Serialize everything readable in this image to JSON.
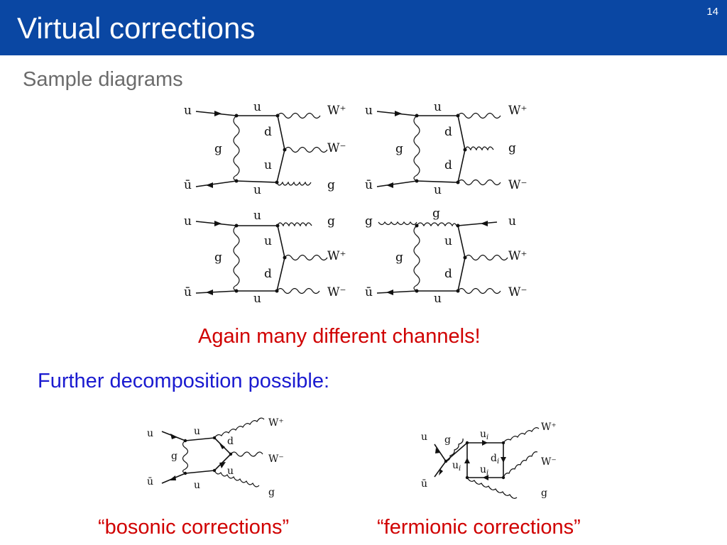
{
  "header": {
    "title": "Virtual corrections",
    "page_number": "14",
    "background_color": "#0a47a3"
  },
  "subtitle": "Sample diagrams",
  "diagrams": [
    {
      "labels": {
        "in_top": "u",
        "in_bottom": "ū",
        "exchange": "g",
        "top_line": "u",
        "mid_upper": "d",
        "mid_lower": "u",
        "bottom_line": "u",
        "out_top": "W⁺",
        "out_mid": "W⁻",
        "out_bottom": "g"
      }
    },
    {
      "labels": {
        "in_top": "u",
        "in_bottom": "ū",
        "exchange": "g",
        "top_line": "u",
        "mid_upper": "d",
        "mid_lower": "d",
        "bottom_line": "u",
        "out_top": "W⁺",
        "out_mid": "g",
        "out_bottom": "W⁻"
      }
    },
    {
      "labels": {
        "in_top": "u",
        "in_bottom": "ū",
        "exchange": "g",
        "top_line": "u",
        "mid_upper": "u",
        "mid_lower": "d",
        "bottom_line": "u",
        "out_top": "g",
        "out_mid": "W⁺",
        "out_bottom": "W⁻"
      }
    },
    {
      "labels": {
        "in_top": "g",
        "in_bottom": "ū",
        "exchange": "g",
        "top_line": "g",
        "mid_upper": "u",
        "mid_lower": "d",
        "bottom_line": "u",
        "out_top": "u",
        "out_mid": "W⁺",
        "out_bottom": "W⁻"
      }
    }
  ],
  "remark": "Again many different channels!",
  "further": "Further decomposition possible:",
  "bosonic": {
    "labels": {
      "in_top": "u",
      "in_bottom": "ū",
      "exchange": "g",
      "top_line": "u",
      "mid_upper": "d",
      "mid_lower": "u",
      "bottom_line": "u",
      "out_top": "W⁺",
      "out_mid": "W⁻",
      "out_bottom": "g"
    },
    "caption": "“bosonic corrections”"
  },
  "fermionic": {
    "labels": {
      "in_top": "u",
      "in_bottom": "ū",
      "gluon": "g",
      "loop_top": "u",
      "loop_top_sub": "i",
      "loop_right": "d",
      "loop_right_sub": "i",
      "loop_left": "u",
      "loop_left_sub": "i",
      "loop_bottom": "u",
      "loop_bottom_sub": "i",
      "out_top": "W⁺",
      "out_mid": "W⁻",
      "out_bottom": "g"
    },
    "caption": "“fermionic corrections”"
  },
  "colors": {
    "remark": "#d00000",
    "further": "#1a1ad0",
    "subtitle": "#6b6b6b"
  }
}
